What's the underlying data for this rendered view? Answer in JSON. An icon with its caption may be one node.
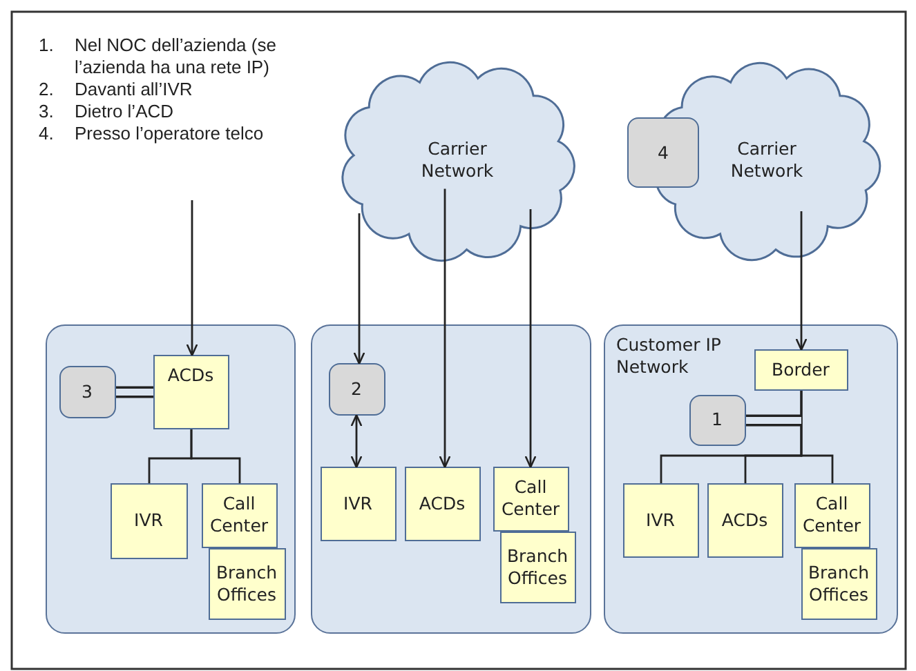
{
  "diagram": {
    "nodes": [
      {
        "text": [
          "Carrier Network"
        ]
      },
      {
        "text": [
          "Carrier Network"
        ]
      },
      {
        "text": [
          "4"
        ]
      },
      {
        "text": [],
        "shape": "box"
      },
      {
        "text": [
          "ACDs"
        ],
        "in": 3
      },
      {
        "text": [
          "3"
        ],
        "in": 3
      },
      {
        "text": [
          "IVR"
        ],
        "in": 3
      },
      {
        "text": [
          "Call Center"
        ],
        "in": 3
      },
      {
        "text": [
          "Branch Offices"
        ],
        "in": 3
      },
      {
        "text": [],
        "shape": "box"
      },
      {
        "text": [
          "2"
        ],
        "in": 9
      },
      {
        "text": [
          "IVR"
        ],
        "in": 9
      },
      {
        "text": [
          "ACDs"
        ],
        "in": 9
      },
      {
        "text": [
          "Call Center"
        ],
        "in": 9
      },
      {
        "text": [
          "Branch Offices"
        ],
        "in": 9
      },
      {
        "text": [
          "Customer IP Network"
        ]
      },
      {
        "text": [
          "Border"
        ],
        "in": 15
      },
      {
        "text": [
          "1"
        ],
        "in": 15
      },
      {
        "text": [
          "IVR"
        ],
        "in": 15
      },
      {
        "text": [
          "ACDs"
        ],
        "in": 15
      },
      {
        "text": [
          "Call Center"
        ],
        "in": 15
      },
      {
        "text": [
          "Branch Offices"
        ],
        "in": 15
      }
    ],
    "edges": [
      {
        "from": null,
        "to": 4,
        "arrow": "to"
      },
      {
        "from": 0,
        "to": 10,
        "arrow": "to"
      },
      {
        "from": 0,
        "to": 12,
        "arrow": "to"
      },
      {
        "from": 0,
        "to": 13,
        "arrow": "to"
      },
      {
        "from": 1,
        "to": 16,
        "arrow": "to"
      },
      {
        "from": 5,
        "to": 4,
        "arrow": "none"
      },
      {
        "from": 4,
        "to": 6,
        "arrow": "none"
      },
      {
        "from": 4,
        "to": 7,
        "arrow": "none"
      },
      {
        "from": 10,
        "to": 11,
        "arrow": "both"
      },
      {
        "from": 16,
        "to": 18,
        "arrow": "none"
      },
      {
        "from": 16,
        "to": 19,
        "arrow": "none"
      },
      {
        "from": 16,
        "to": 20,
        "arrow": "none"
      },
      {
        "from": 17,
        "to": 16,
        "arrow": "none"
      }
    ],
    "labels": [
      "1. Nel NOC dell’azienda (se l’azienda ha una rete IP)",
      "2. Davanti all’IVR",
      "3. Dietro l’ACD",
      "4. Presso l’operatore telco"
    ]
  }
}
